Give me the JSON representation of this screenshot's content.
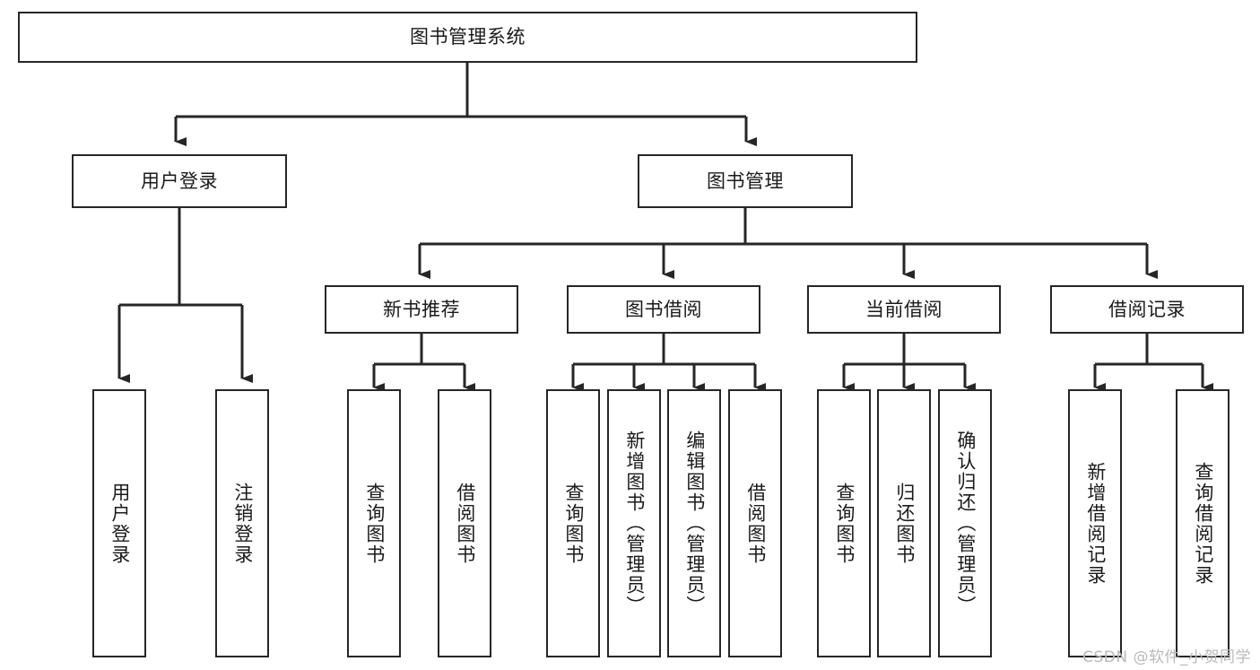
{
  "diagram": {
    "type": "tree",
    "title_text": "图书管理系统",
    "nodes": {
      "root": {
        "label": "图书管理系统",
        "level": 0
      },
      "user_login": {
        "label": "用户登录",
        "level": 1
      },
      "book_manage": {
        "label": "图书管理",
        "level": 1
      },
      "new_book_rec": {
        "label": "新书推荐",
        "level": 2
      },
      "book_borrow": {
        "label": "图书借阅",
        "level": 2
      },
      "current_borrow": {
        "label": "当前借阅",
        "level": 2
      },
      "borrow_record": {
        "label": "借阅记录",
        "level": 2
      },
      "leaf_user_login": {
        "label": "用户登录",
        "level": 3
      },
      "leaf_logout": {
        "label": "注销登录",
        "level": 3
      },
      "leaf_query_book_1": {
        "label": "查询图书",
        "level": 3
      },
      "leaf_borrow_book_1": {
        "label": "借阅图书",
        "level": 3
      },
      "leaf_query_book_2": {
        "label": "查询图书",
        "level": 3
      },
      "leaf_add_book": {
        "label": "新增图书（管理员）",
        "level": 3
      },
      "leaf_edit_book": {
        "label": "编辑图书（管理员）",
        "level": 3
      },
      "leaf_borrow_book_2": {
        "label": "借阅图书",
        "level": 3
      },
      "leaf_query_book_3": {
        "label": "查询图书",
        "level": 3
      },
      "leaf_return_book": {
        "label": "归还图书",
        "level": 3
      },
      "leaf_confirm_return": {
        "label": "确认归还（管理员）",
        "level": 3
      },
      "leaf_add_record": {
        "label": "新增借阅记录",
        "level": 3
      },
      "leaf_query_record": {
        "label": "查询借阅记录",
        "level": 3
      }
    },
    "edges": [
      {
        "from": "root",
        "to": "user_login"
      },
      {
        "from": "root",
        "to": "book_manage"
      },
      {
        "from": "user_login",
        "to": "leaf_user_login"
      },
      {
        "from": "user_login",
        "to": "leaf_logout"
      },
      {
        "from": "book_manage",
        "to": "new_book_rec"
      },
      {
        "from": "book_manage",
        "to": "book_borrow"
      },
      {
        "from": "book_manage",
        "to": "current_borrow"
      },
      {
        "from": "book_manage",
        "to": "borrow_record"
      },
      {
        "from": "new_book_rec",
        "to": "leaf_query_book_1"
      },
      {
        "from": "new_book_rec",
        "to": "leaf_borrow_book_1"
      },
      {
        "from": "book_borrow",
        "to": "leaf_query_book_2"
      },
      {
        "from": "book_borrow",
        "to": "leaf_add_book"
      },
      {
        "from": "book_borrow",
        "to": "leaf_edit_book"
      },
      {
        "from": "book_borrow",
        "to": "leaf_borrow_book_2"
      },
      {
        "from": "current_borrow",
        "to": "leaf_query_book_3"
      },
      {
        "from": "current_borrow",
        "to": "leaf_return_book"
      },
      {
        "from": "current_borrow",
        "to": "leaf_confirm_return"
      },
      {
        "from": "borrow_record",
        "to": "leaf_add_record"
      },
      {
        "from": "borrow_record",
        "to": "leaf_query_record"
      }
    ],
    "colors": {
      "border": "#262626",
      "background": "#ffffff",
      "text": "#1a1a1a",
      "connector": "#262626",
      "watermark": "#b9b9b9"
    }
  },
  "watermark": {
    "text": "CSDN @软件_小贺同学"
  }
}
